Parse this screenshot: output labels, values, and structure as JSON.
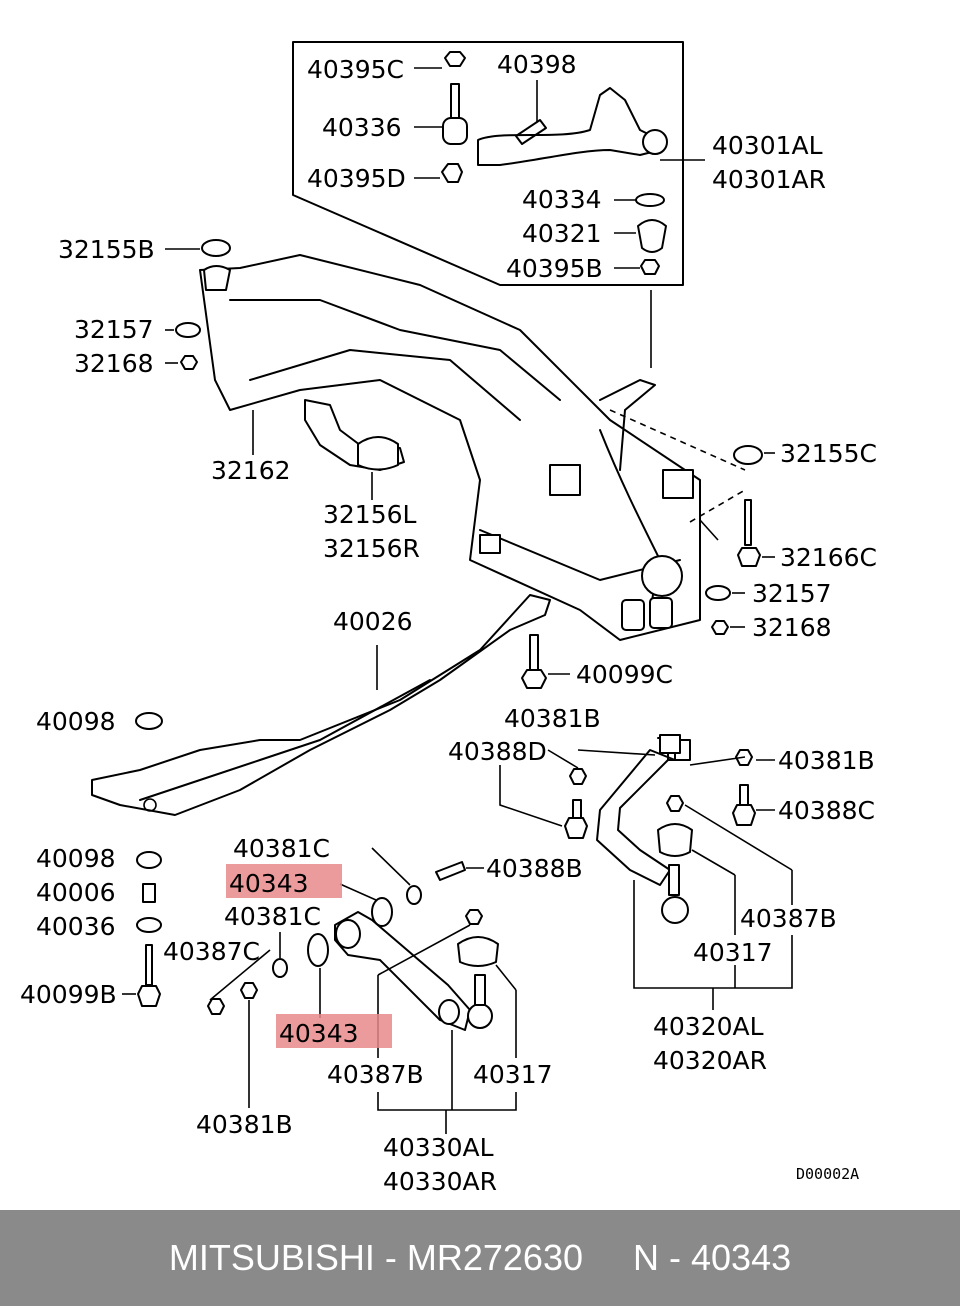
{
  "diagram": {
    "drawing_code": "D00002A",
    "labels": {
      "l40395C": "40395C",
      "l40398": "40398",
      "l40336": "40336",
      "l40301AL": "40301AL",
      "l40301AR": "40301AR",
      "l40395D": "40395D",
      "l40334": "40334",
      "l40321": "40321",
      "l40395B": "40395B",
      "l32155B": "32155B",
      "l32157a": "32157",
      "l32168a": "32168",
      "l32162": "32162",
      "l32156L": "32156L",
      "l32156R": "32156R",
      "l32155C": "32155C",
      "l32166C": "32166C",
      "l32157b": "32157",
      "l32168b": "32168",
      "l40026": "40026",
      "l40099C": "40099C",
      "l40098a": "40098",
      "l40381Ba": "40381B",
      "l40388D": "40388D",
      "l40381Bb": "40381B",
      "l40388C": "40388C",
      "l40381Ca": "40381C",
      "l40343a": "40343",
      "l40388B": "40388B",
      "l40098b": "40098",
      "l40006": "40006",
      "l40381Cb": "40381C",
      "l40036": "40036",
      "l40387Ca": "40387C",
      "l40387Ba": "40387B",
      "l40099B": "40099B",
      "l40317a": "40317",
      "l40343b": "40343",
      "l40387Bb": "40387B",
      "l40317b": "40317",
      "l40320AL": "40320AL",
      "l40320AR": "40320AR",
      "l40381Bc": "40381B",
      "l40330AL": "40330AL",
      "l40330AR": "40330AR"
    },
    "highlight_color": "#e88a8a"
  },
  "footer": {
    "text": "MITSUBISHI - MR272630     N - 40343",
    "background": "#8a8a8a"
  }
}
